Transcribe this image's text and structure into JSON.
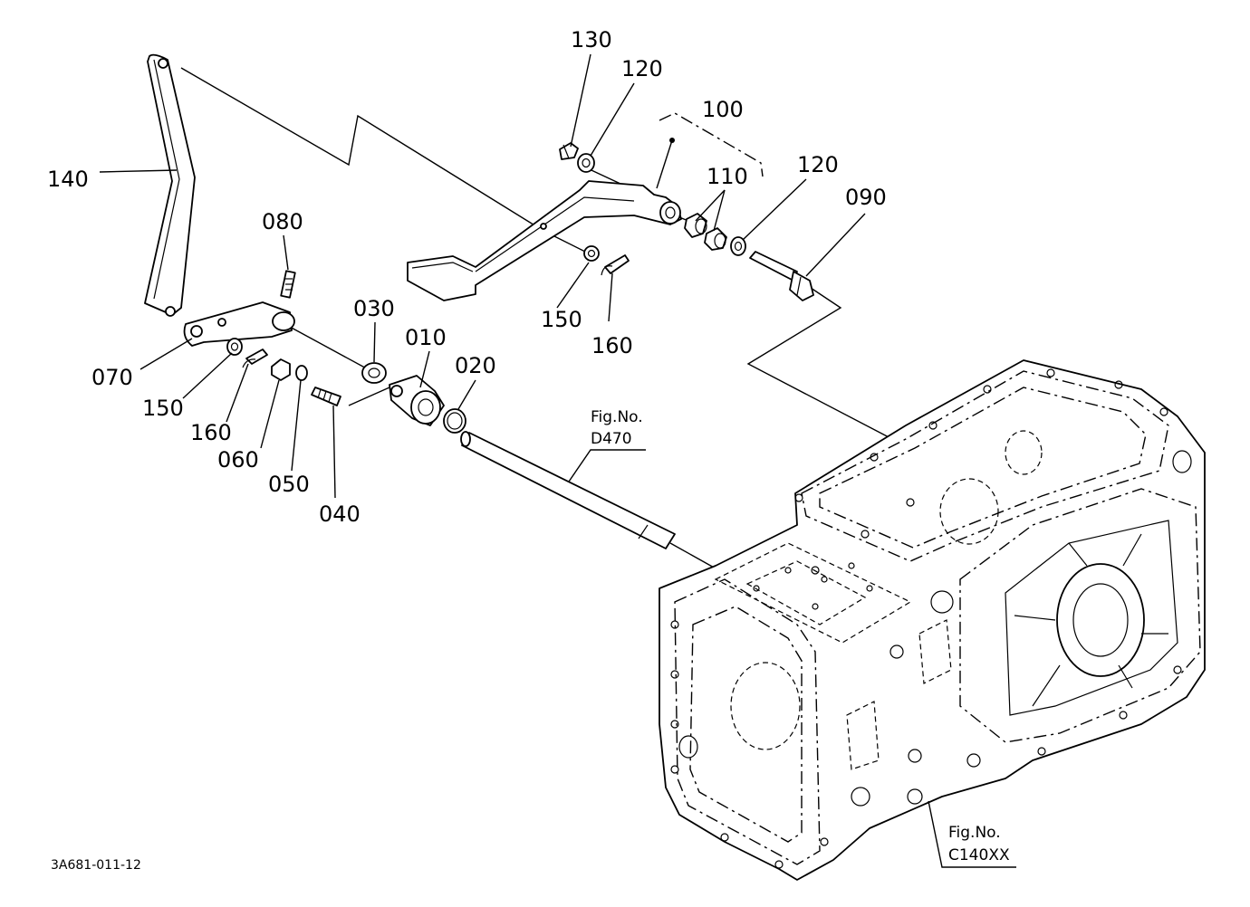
{
  "diagram_code": "3A681-011-12",
  "callouts": [
    {
      "id": "010",
      "label": "010"
    },
    {
      "id": "020",
      "label": "020"
    },
    {
      "id": "030",
      "label": "030"
    },
    {
      "id": "040",
      "label": "040"
    },
    {
      "id": "050",
      "label": "050"
    },
    {
      "id": "060",
      "label": "060"
    },
    {
      "id": "070",
      "label": "070"
    },
    {
      "id": "080",
      "label": "080"
    },
    {
      "id": "090",
      "label": "090"
    },
    {
      "id": "100",
      "label": "100"
    },
    {
      "id": "110",
      "label": "110"
    },
    {
      "id": "120a",
      "label": "120"
    },
    {
      "id": "120b",
      "label": "120"
    },
    {
      "id": "130",
      "label": "130"
    },
    {
      "id": "140",
      "label": "140"
    },
    {
      "id": "150a",
      "label": "150"
    },
    {
      "id": "150b",
      "label": "150"
    },
    {
      "id": "160a",
      "label": "160"
    },
    {
      "id": "160b",
      "label": "160"
    }
  ],
  "references": [
    {
      "id": "d470",
      "line1": "Fig.No.",
      "line2": "D470"
    },
    {
      "id": "c140",
      "line1": "Fig.No.",
      "line2": "C140XX"
    }
  ]
}
